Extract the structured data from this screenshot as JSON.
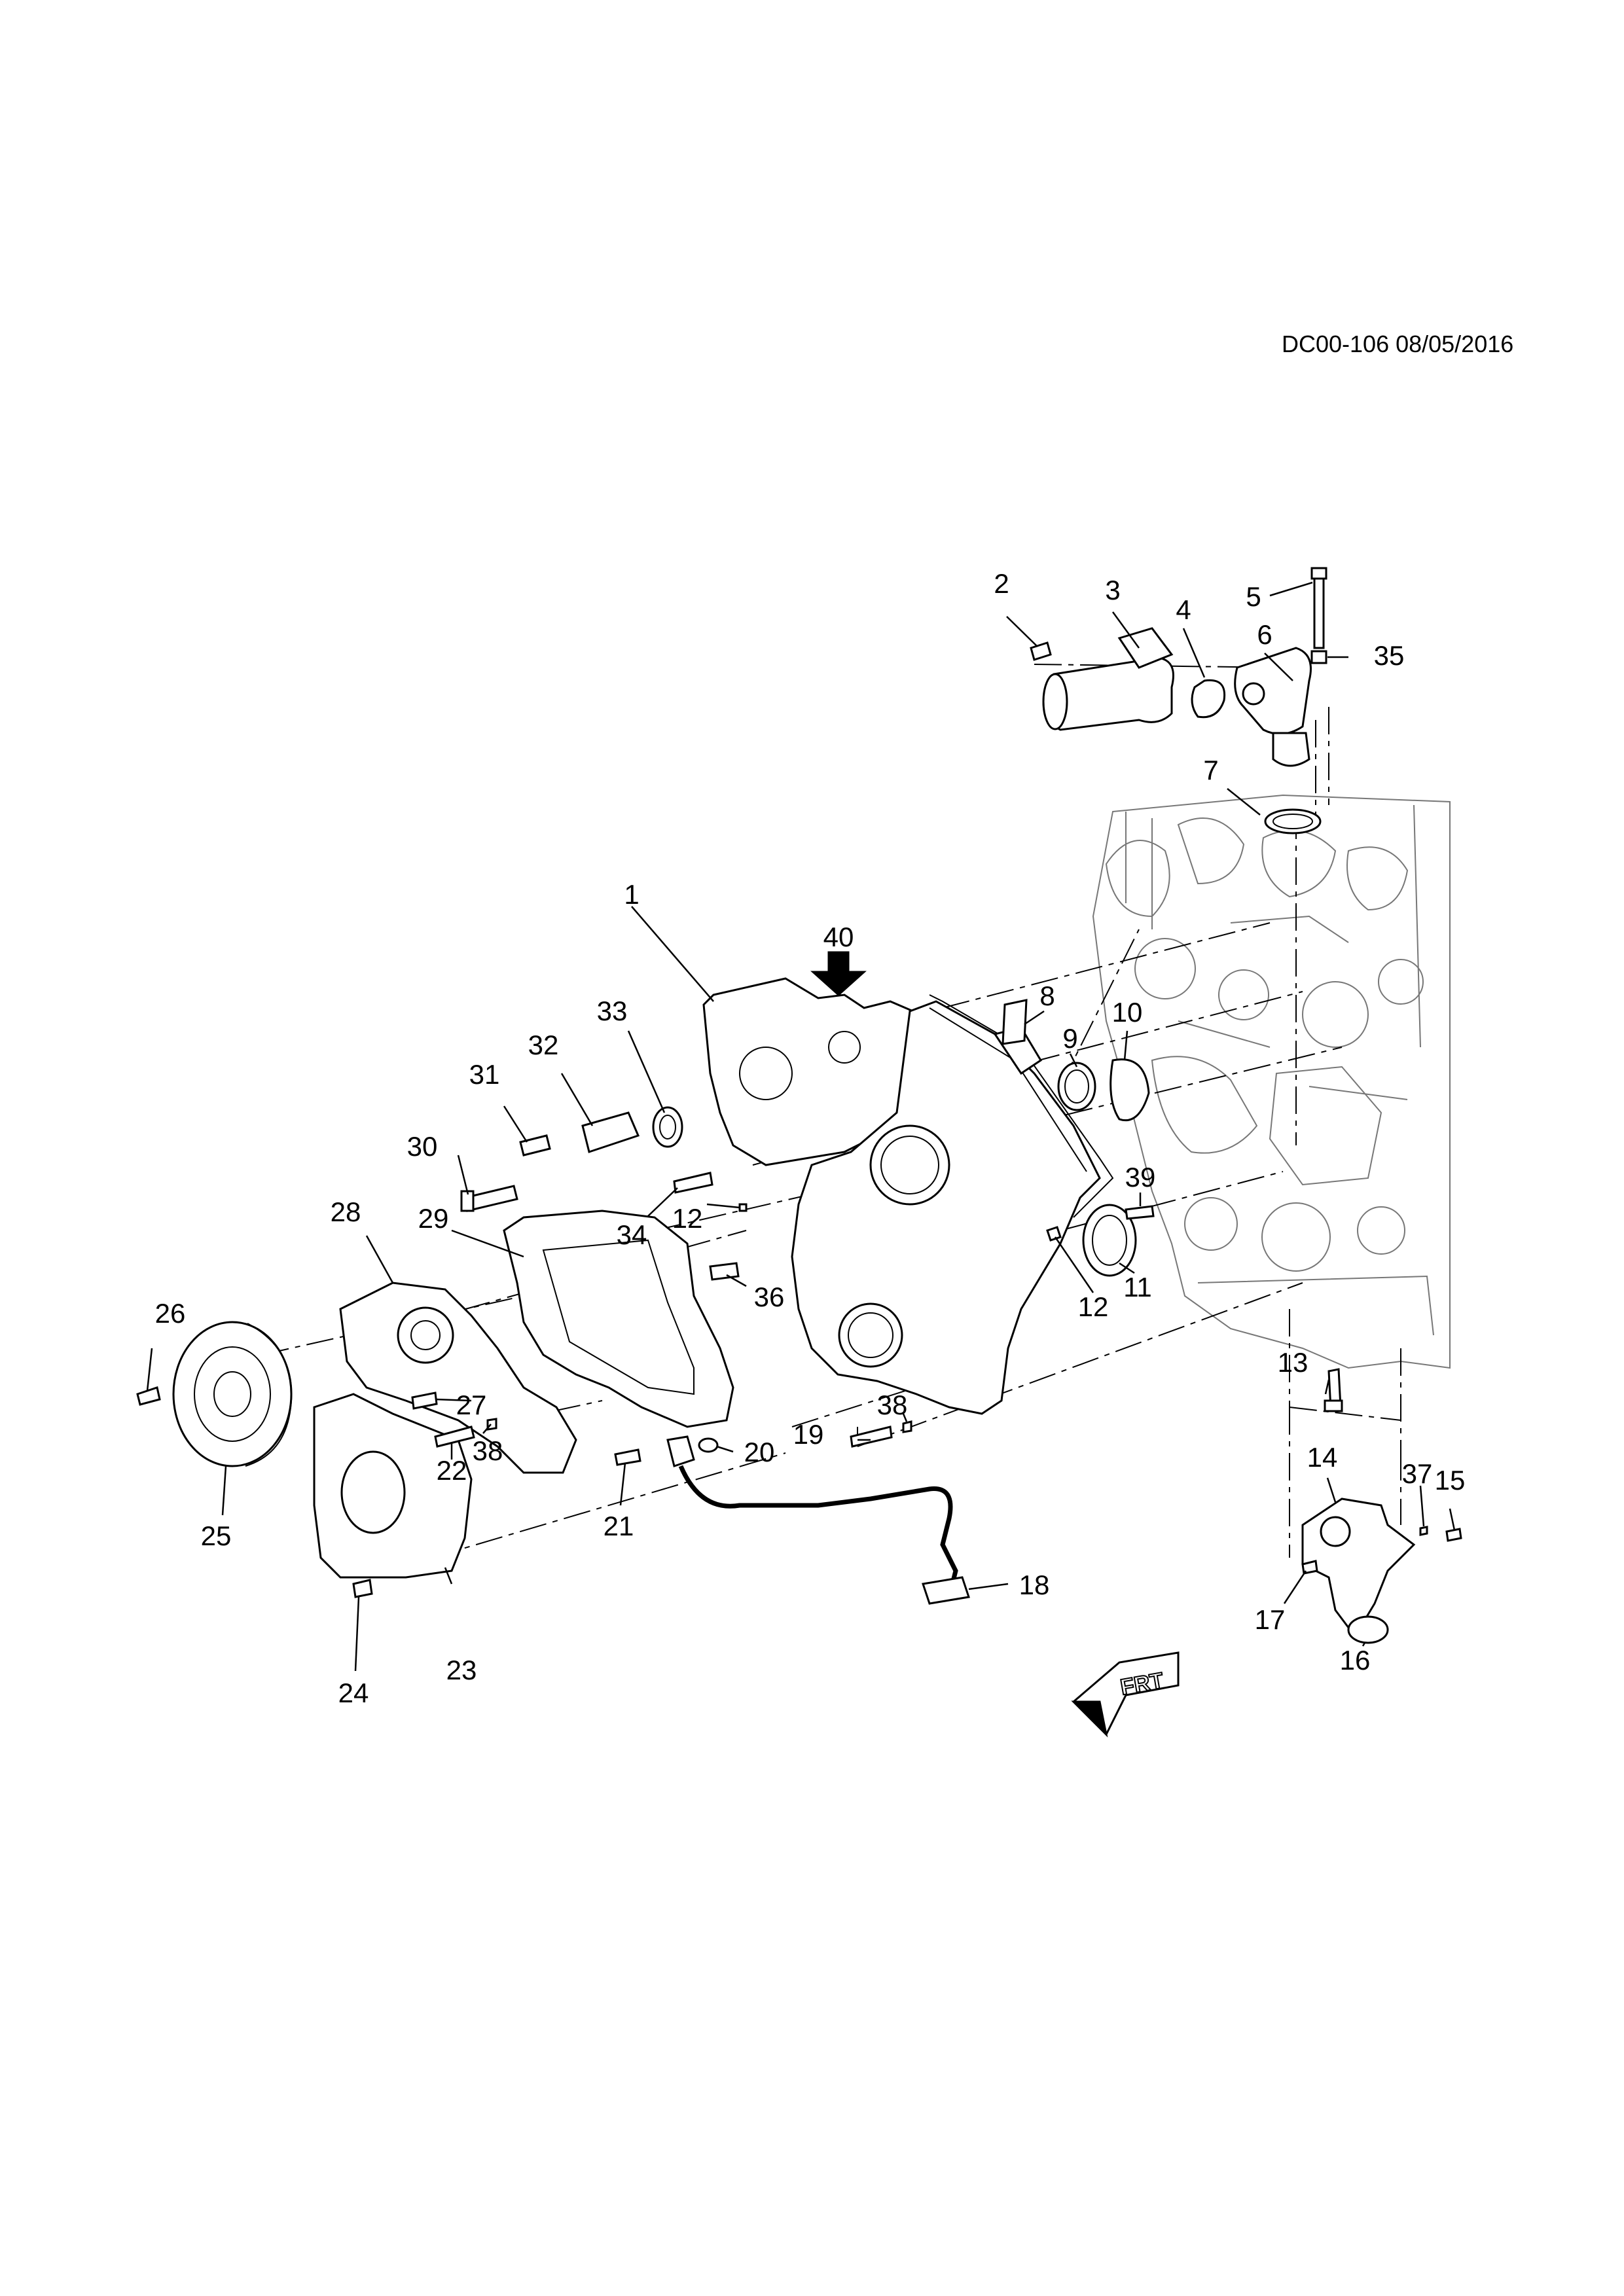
{
  "reference": "DC00-106 08/05/2016",
  "direction_label": "FRT",
  "callouts": [
    "1",
    "2",
    "3",
    "4",
    "5",
    "6",
    "7",
    "8",
    "9",
    "10",
    "11",
    "12",
    "12",
    "13",
    "14",
    "15",
    "16",
    "17",
    "18",
    "19",
    "20",
    "21",
    "22",
    "23",
    "24",
    "25",
    "26",
    "27",
    "28",
    "29",
    "30",
    "31",
    "32",
    "33",
    "34",
    "35",
    "36",
    "37",
    "38",
    "38",
    "39",
    "40"
  ]
}
